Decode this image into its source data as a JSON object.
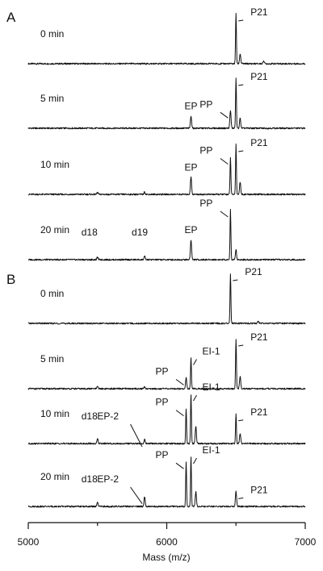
{
  "chart_data": {
    "type": "line",
    "xlabel": "Mass (m/z)",
    "xlim": [
      5000,
      7000
    ],
    "xticks": [
      5000,
      6000,
      7000
    ],
    "panels": [
      {
        "letter": "A",
        "traces": [
          {
            "time": "0 min",
            "peaks": [
              {
                "mass": 6500,
                "height": 1.0,
                "label": "P21"
              },
              {
                "mass": 6530,
                "height": 0.2
              },
              {
                "mass": 6700,
                "height": 0.06
              }
            ]
          },
          {
            "time": "5 min",
            "peaks": [
              {
                "mass": 6175,
                "height": 0.25,
                "label": "EP"
              },
              {
                "mass": 6460,
                "height": 0.35,
                "label": "PP"
              },
              {
                "mass": 6500,
                "height": 1.0,
                "label": "P21"
              },
              {
                "mass": 6530,
                "height": 0.2
              }
            ]
          },
          {
            "time": "10 min",
            "peaks": [
              {
                "mass": 5500,
                "height": 0.04
              },
              {
                "mass": 5840,
                "height": 0.05
              },
              {
                "mass": 6175,
                "height": 0.35,
                "label": "EP"
              },
              {
                "mass": 6460,
                "height": 0.75,
                "label": "PP"
              },
              {
                "mass": 6500,
                "height": 1.0,
                "label": "P21"
              },
              {
                "mass": 6530,
                "height": 0.25
              }
            ]
          },
          {
            "time": "20 min",
            "peaks": [
              {
                "mass": 5500,
                "height": 0.05,
                "label": "d18"
              },
              {
                "mass": 5840,
                "height": 0.07,
                "label": "d19"
              },
              {
                "mass": 6175,
                "height": 0.4,
                "label": "EP"
              },
              {
                "mass": 6460,
                "height": 1.0,
                "label": "PP"
              },
              {
                "mass": 6500,
                "height": 0.2
              }
            ]
          }
        ]
      },
      {
        "letter": "B",
        "traces": [
          {
            "time": "0 min",
            "peaks": [
              {
                "mass": 6460,
                "height": 1.0,
                "label": "P21"
              },
              {
                "mass": 6660,
                "height": 0.04
              }
            ]
          },
          {
            "time": "5 min",
            "peaks": [
              {
                "mass": 5500,
                "height": 0.04
              },
              {
                "mass": 5840,
                "height": 0.04
              },
              {
                "mass": 6140,
                "height": 0.22,
                "label": "PP"
              },
              {
                "mass": 6175,
                "height": 0.62,
                "label": "EI-1"
              },
              {
                "mass": 6500,
                "height": 1.0,
                "label": "P21"
              },
              {
                "mass": 6530,
                "height": 0.25
              }
            ]
          },
          {
            "time": "10 min",
            "peaks": [
              {
                "mass": 5500,
                "height": 0.1,
                "label": "d18"
              },
              {
                "mass": 5840,
                "height": 0.08,
                "label": "EP-2"
              },
              {
                "mass": 6140,
                "height": 0.7,
                "label": "PP"
              },
              {
                "mass": 6175,
                "height": 1.0,
                "label": "EI-1"
              },
              {
                "mass": 6210,
                "height": 0.35
              },
              {
                "mass": 6500,
                "height": 0.6,
                "label": "P21"
              },
              {
                "mass": 6530,
                "height": 0.2
              }
            ]
          },
          {
            "time": "20 min",
            "peaks": [
              {
                "mass": 5500,
                "height": 0.08,
                "label": "d18"
              },
              {
                "mass": 5840,
                "height": 0.2,
                "label": "EP-2"
              },
              {
                "mass": 6140,
                "height": 0.9,
                "label": "PP"
              },
              {
                "mass": 6175,
                "height": 1.0,
                "label": "EI-1"
              },
              {
                "mass": 6210,
                "height": 0.3
              },
              {
                "mass": 6500,
                "height": 0.3,
                "label": "P21"
              }
            ]
          }
        ]
      }
    ]
  }
}
